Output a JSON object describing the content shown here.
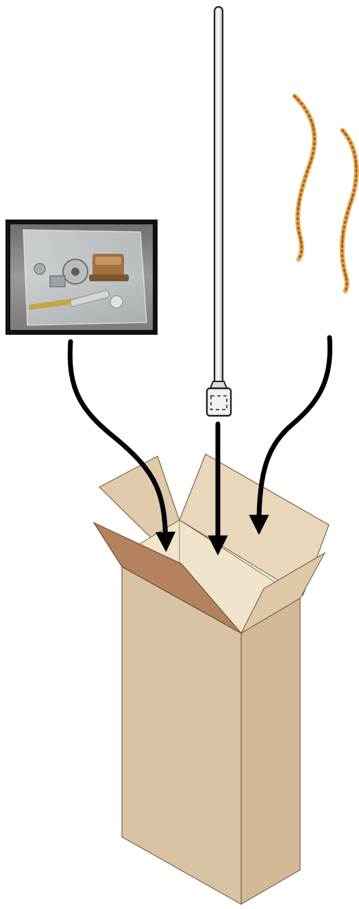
{
  "figure": {
    "description_items": [
      {
        "id": "hardware-kit",
        "icon": "bag-of-parts-photo"
      },
      {
        "id": "antenna",
        "icon": "antenna-rod"
      },
      {
        "id": "strands",
        "icon": "wavy-strands"
      },
      {
        "id": "box",
        "icon": "open-cardboard-box"
      }
    ],
    "colors": {
      "arrow": "#000000",
      "box_front": "#d7c0a2",
      "box_side": "#cfb693",
      "box_flap_dark": "#b07e5f",
      "box_flap_light": "#ddc8aa",
      "box_interior": "#efe2cb",
      "antenna_body": "#f0f0f0",
      "photo_frame": "#111111",
      "photo_bg": "#8b8b8b"
    }
  }
}
